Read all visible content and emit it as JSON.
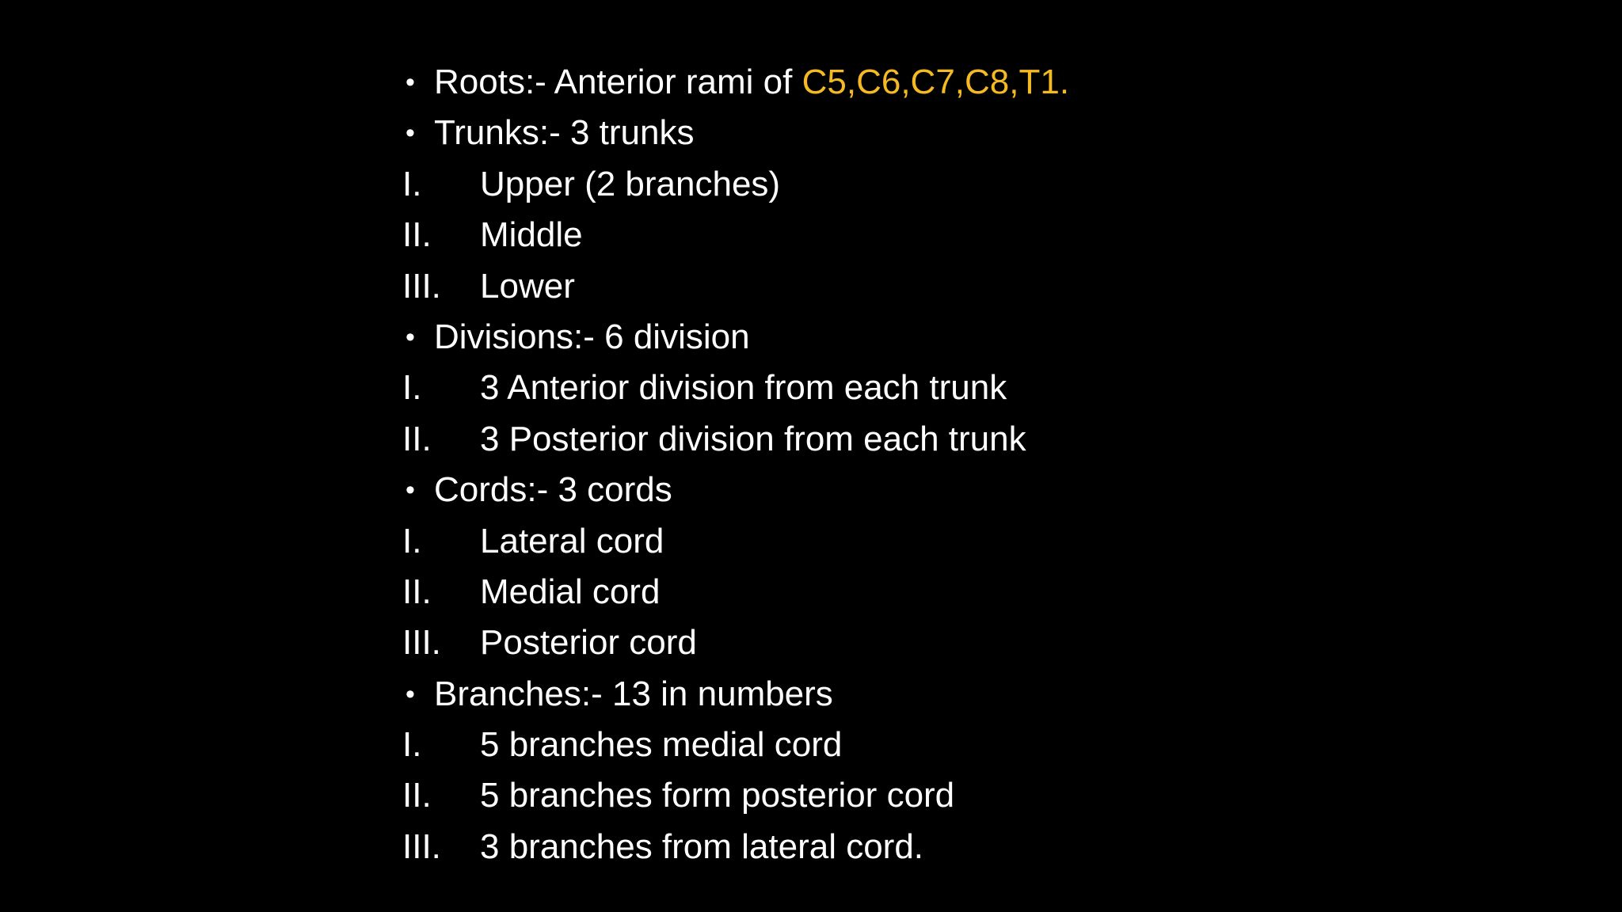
{
  "colors": {
    "background": "#000000",
    "text": "#ffffff",
    "highlight": "#f5b921"
  },
  "slide": {
    "roots": {
      "marker": "•",
      "text": "Roots:- Anterior rami of ",
      "highlight": "C5,C6,C7,C8,T1."
    },
    "trunks": {
      "marker": "•",
      "text": "Trunks:- 3 trunks",
      "items": [
        {
          "marker": "I.",
          "text": "Upper (2 branches)"
        },
        {
          "marker": "II.",
          "text": "Middle"
        },
        {
          "marker": "III.",
          "text": "Lower"
        }
      ]
    },
    "divisions": {
      "marker": "•",
      "text": "Divisions:- 6 division",
      "items": [
        {
          "marker": "I.",
          "text": "3 Anterior division from each trunk"
        },
        {
          "marker": "II.",
          "text": "3 Posterior division from each trunk"
        }
      ]
    },
    "cords": {
      "marker": "•",
      "text": "Cords:- 3 cords",
      "items": [
        {
          "marker": "I.",
          "text": "Lateral cord"
        },
        {
          "marker": "II.",
          "text": "Medial cord"
        },
        {
          "marker": "III.",
          "text": "Posterior cord"
        }
      ]
    },
    "branches": {
      "marker": "•",
      "text": "Branches:- 13 in numbers",
      "items": [
        {
          "marker": "I.",
          "text": "5 branches medial cord"
        },
        {
          "marker": "II.",
          "text": "5 branches form posterior cord"
        },
        {
          "marker": "III.",
          "text": "3 branches from lateral cord."
        }
      ]
    }
  }
}
